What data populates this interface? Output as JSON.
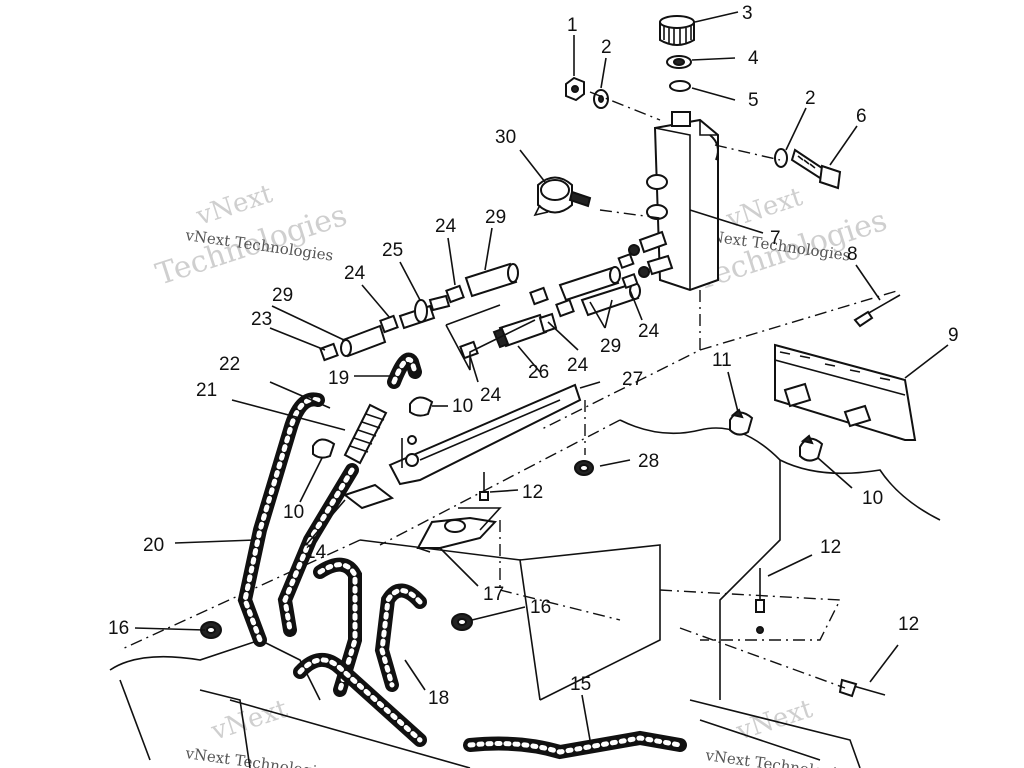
{
  "watermark": {
    "line1": "vNext Technologies",
    "line2": "vNext",
    "line3": "Technologies"
  },
  "callouts": {
    "c1": "1",
    "c2a": "2",
    "c2b": "2",
    "c3": "3",
    "c4": "4",
    "c5": "5",
    "c6": "6",
    "c7": "7",
    "c8": "8",
    "c9": "9",
    "c10a": "10",
    "c10b": "10",
    "c10c": "10",
    "c11": "11",
    "c12a": "12",
    "c12b": "12",
    "c12c": "12",
    "c14": "14",
    "c15": "15",
    "c16a": "16",
    "c16b": "16",
    "c17": "17",
    "c18": "18",
    "c19": "19",
    "c20": "20",
    "c21": "21",
    "c22": "22",
    "c23": "23",
    "c24a": "24",
    "c24b": "24",
    "c24c": "24",
    "c24d": "24",
    "c24e": "24",
    "c25": "25",
    "c26": "26",
    "c27": "27",
    "c28": "28",
    "c29a": "29",
    "c29b": "29",
    "c29c": "29",
    "c30": "30"
  },
  "colors": {
    "ink": "#111111",
    "paper": "#ffffff",
    "watermark": "#cfcfcf"
  }
}
